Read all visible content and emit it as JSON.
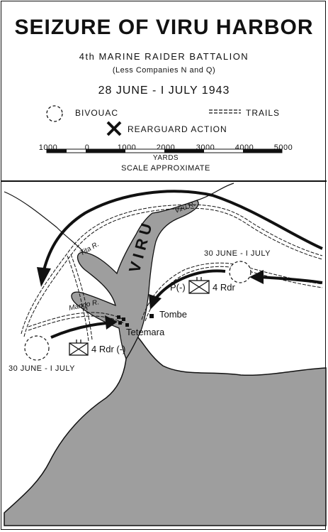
{
  "title": "SEIZURE OF VIRU HARBOR",
  "unit": "4th MARINE RAIDER BATTALION",
  "note": "(Less Companies N and Q)",
  "dates": "28 JUNE - I JULY 1943",
  "legend": {
    "bivouac": "BIVOUAC",
    "trails": "TRAILS",
    "rearguard": "REARGUARD ACTION"
  },
  "scale": {
    "ticks": [
      "1000",
      "0",
      "1000",
      "2000",
      "3000",
      "4000",
      "5000"
    ],
    "units": "YARDS",
    "caption": "SCALE APPROXIMATE"
  },
  "map": {
    "harbor_name": "VIRU",
    "rivers": [
      "Viru R.",
      "Tita R.",
      "Mango R."
    ],
    "places": [
      "Tombe",
      "Tetemara"
    ],
    "unit_labels": [
      "P(-)",
      "4 Rdr",
      "4 Rdr (-)"
    ],
    "bivouac_dates": [
      "30 JUNE - I JULY",
      "30 JUNE - I JULY"
    ]
  },
  "colors": {
    "water": "#9e9e9e",
    "ink": "#111111",
    "paper": "#ffffff"
  }
}
